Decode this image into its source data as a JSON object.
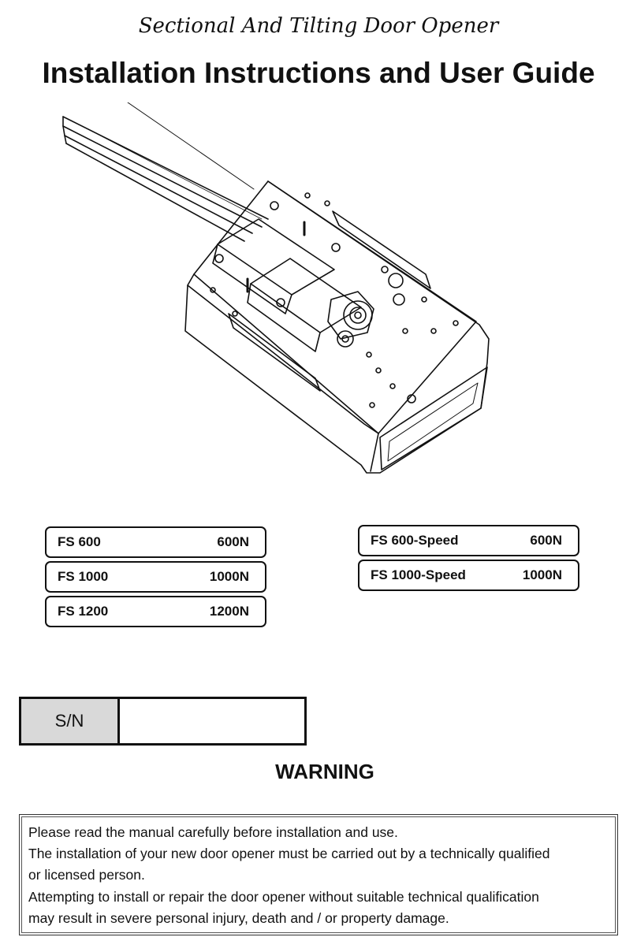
{
  "header": {
    "subtitle": "Sectional And Tilting Door Opener",
    "title": "Installation Instructions and User Guide"
  },
  "illustration": {
    "icon": "door-opener-motor-unit-icon"
  },
  "models": {
    "left": [
      {
        "name": "FS 600",
        "force": "600N"
      },
      {
        "name": "FS 1000",
        "force": "1000N"
      },
      {
        "name": "FS 1200",
        "force": "1200N"
      }
    ],
    "right": [
      {
        "name": "FS 600-Speed",
        "force": "600N"
      },
      {
        "name": "FS 1000-Speed",
        "force": "1000N"
      }
    ]
  },
  "serial": {
    "label": "S/N",
    "value": ""
  },
  "warning": {
    "title": "WARNING",
    "lines": [
      "Please read the manual carefully before installation and use.",
      "The installation of your new door opener must be carried out by a technically qualified",
      "or licensed person.",
      "Attempting to install or repair the door opener without suitable technical qualification",
      "may result in severe personal injury, death and / or property damage."
    ]
  }
}
